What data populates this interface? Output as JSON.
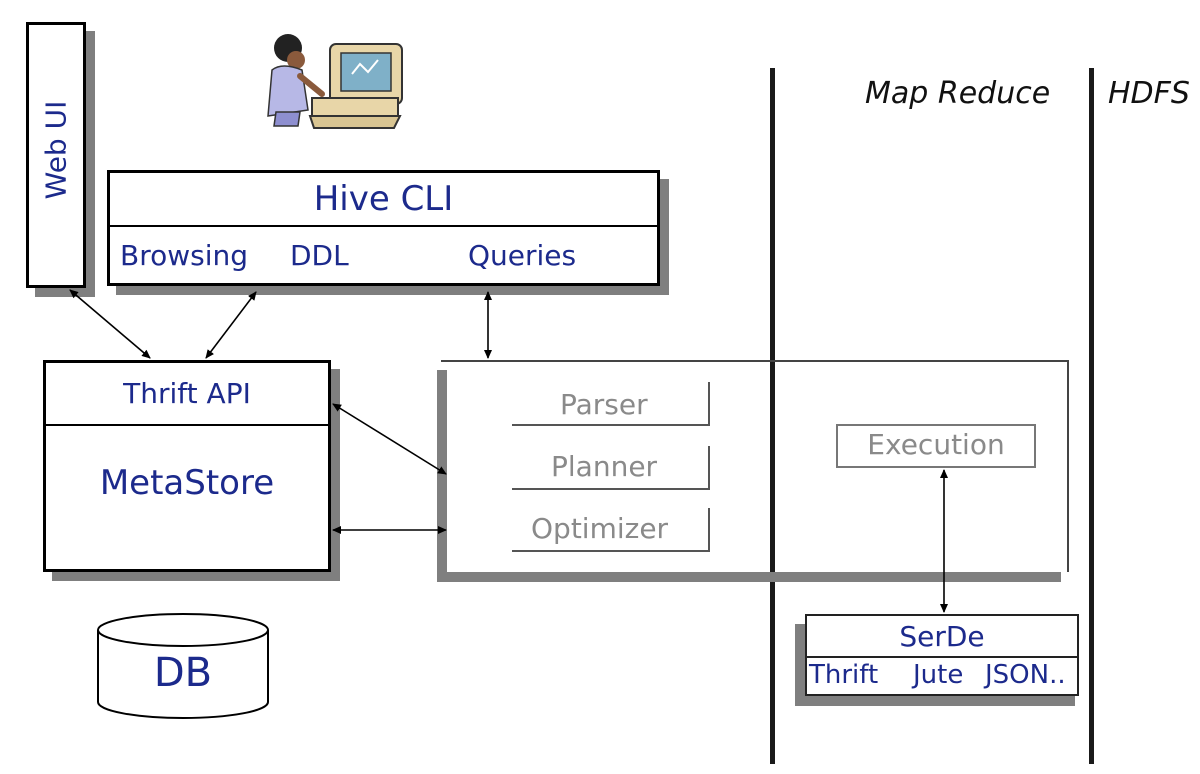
{
  "web_ui": {
    "label": "Web UI"
  },
  "hive_cli": {
    "title": "Hive CLI",
    "browsing": "Browsing",
    "ddl": "DDL",
    "queries": "Queries"
  },
  "metastore": {
    "thrift_api": "Thrift API",
    "title": "MetaStore"
  },
  "compiler": {
    "parser": "Parser",
    "planner": "Planner",
    "optimizer": "Optimizer"
  },
  "execution": {
    "label": "Execution"
  },
  "serde": {
    "title": "SerDe",
    "thrift": "Thrift",
    "jute": "Jute",
    "json": "JSON.."
  },
  "db": {
    "label": "DB"
  },
  "columns": {
    "map_reduce": "Map Reduce",
    "hdfs": "HDFS"
  },
  "colors": {
    "text_blue": "#1c2a8c",
    "text_grey": "#8a8a8a",
    "shadow": "#7f7f7f"
  },
  "icons": {
    "user": "user-at-computer-icon"
  }
}
